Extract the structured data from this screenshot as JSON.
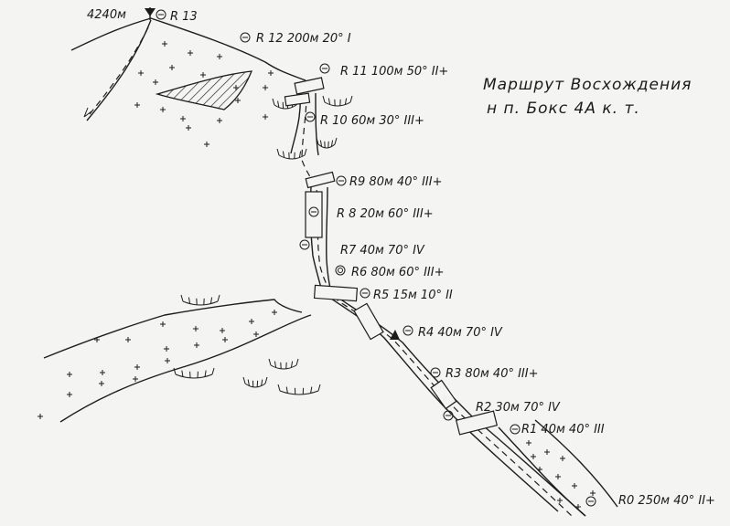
{
  "title": {
    "line1": "Маршрут Восхождения",
    "line2": "н п. Бокс 4А к. т."
  },
  "summit": {
    "altitude": "4240м"
  },
  "route": [
    {
      "id": "R13",
      "text": "R 13"
    },
    {
      "id": "R12",
      "text": "R 12 200м 20° I"
    },
    {
      "id": "R11",
      "text": "R 11 100м 50° II+"
    },
    {
      "id": "R10",
      "text": "R 10 60м 30° III+"
    },
    {
      "id": "R9",
      "text": "R9 80м 40° III+"
    },
    {
      "id": "R8",
      "text": "R 8 20м 60° III+"
    },
    {
      "id": "R7",
      "text": "R7 40м 70° IV"
    },
    {
      "id": "R6",
      "text": "R6 80м 60° III+"
    },
    {
      "id": "R5",
      "text": "R5 15м 10° II"
    },
    {
      "id": "R4",
      "text": "R4 40м 70° IV"
    },
    {
      "id": "R3",
      "text": "R3 80м 40° III+"
    },
    {
      "id": "R2",
      "text": "R2 30м 70° IV"
    },
    {
      "id": "R1",
      "text": "R1 40м 40° III"
    },
    {
      "id": "R0",
      "text": "R0 250м 40° II+"
    }
  ],
  "icons": {
    "station": "piton-station-icon",
    "summit_flag": "summit-flag-icon",
    "glacier": "glacier-plus-pattern",
    "cornice": "eyelash-cornice-icon"
  },
  "colors": {
    "ink": "#1c1c1c",
    "paper": "#f4f4f2"
  }
}
